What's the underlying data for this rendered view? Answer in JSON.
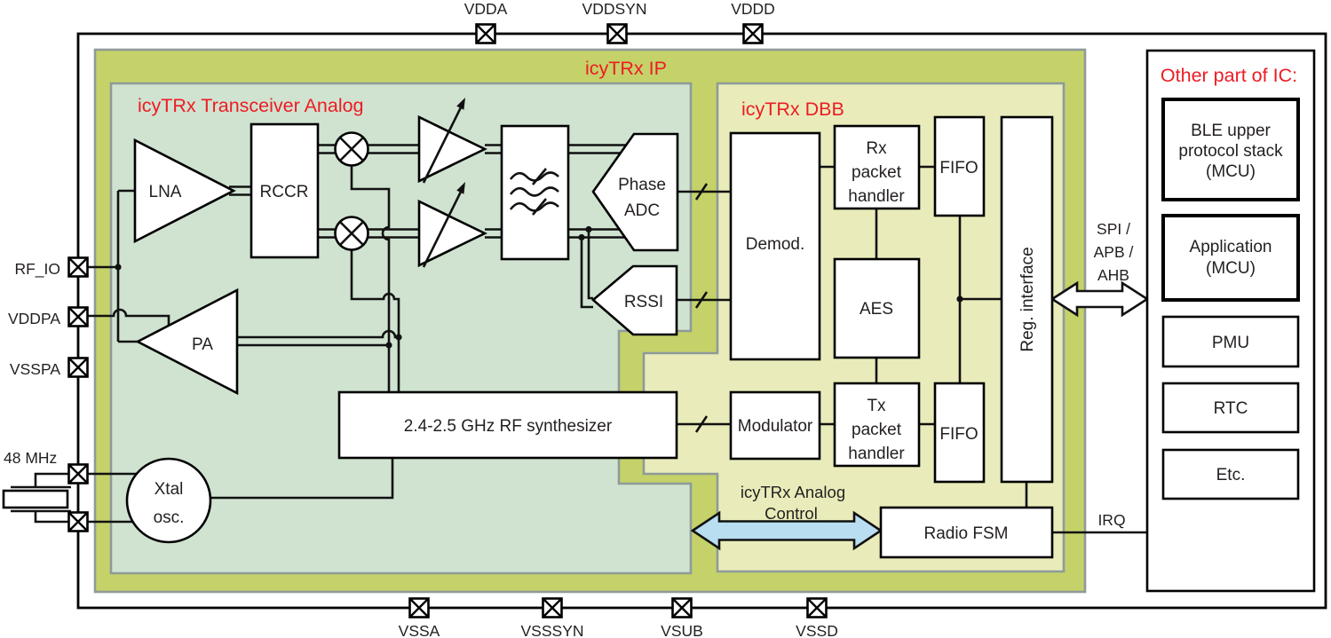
{
  "colors": {
    "accent_red": "#ed1c24",
    "ip_fill": "#c4d269",
    "analog_fill": "#cfe3d0",
    "dbb_fill": "#e9ecba",
    "arrow_blue_fill": "#b9def2",
    "text": "#231f20"
  },
  "titles": {
    "ip": "icyTRx IP",
    "analog": "icyTRx Transceiver Analog",
    "dbb": "icyTRx DBB",
    "other_ic": "Other part of IC:"
  },
  "pins": {
    "top": [
      "VDDA",
      "VDDSYN",
      "VDDD"
    ],
    "bottom": [
      "VSSA",
      "VSSSYN",
      "VSUB",
      "VSSD"
    ],
    "left": [
      "RF_IO",
      "VDDPA",
      "VSSPA"
    ],
    "crystal_freq": "48 MHz"
  },
  "analog_blocks": {
    "lna": "LNA",
    "rccr": "RCCR",
    "pa": "PA",
    "phase_adc": [
      "Phase",
      "ADC"
    ],
    "rssi": "RSSI",
    "xtal_osc": [
      "Xtal",
      "osc."
    ],
    "synthesizer": "2.4-2.5 GHz RF synthesizer"
  },
  "dbb_blocks": {
    "demod": "Demod.",
    "rx_packet_handler": [
      "Rx",
      "packet",
      "handler"
    ],
    "rx_fifo": "FIFO",
    "aes": "AES",
    "modulator": "Modulator",
    "tx_packet_handler": [
      "Tx",
      "packet",
      "handler"
    ],
    "tx_fifo": "FIFO",
    "reg_interface": "Reg. interface",
    "radio_fsm": "Radio FSM"
  },
  "labels": {
    "analog_control": [
      "icyTRx Analog",
      "Control"
    ],
    "host_bus": [
      "SPI /",
      "APB /",
      "AHB"
    ],
    "irq": "IRQ"
  },
  "other_ic_blocks": {
    "ble_stack": [
      "BLE upper",
      "protocol stack",
      "(MCU)"
    ],
    "application": [
      "Application",
      "(MCU)"
    ],
    "pmu": "PMU",
    "rtc": "RTC",
    "etc": "Etc."
  }
}
